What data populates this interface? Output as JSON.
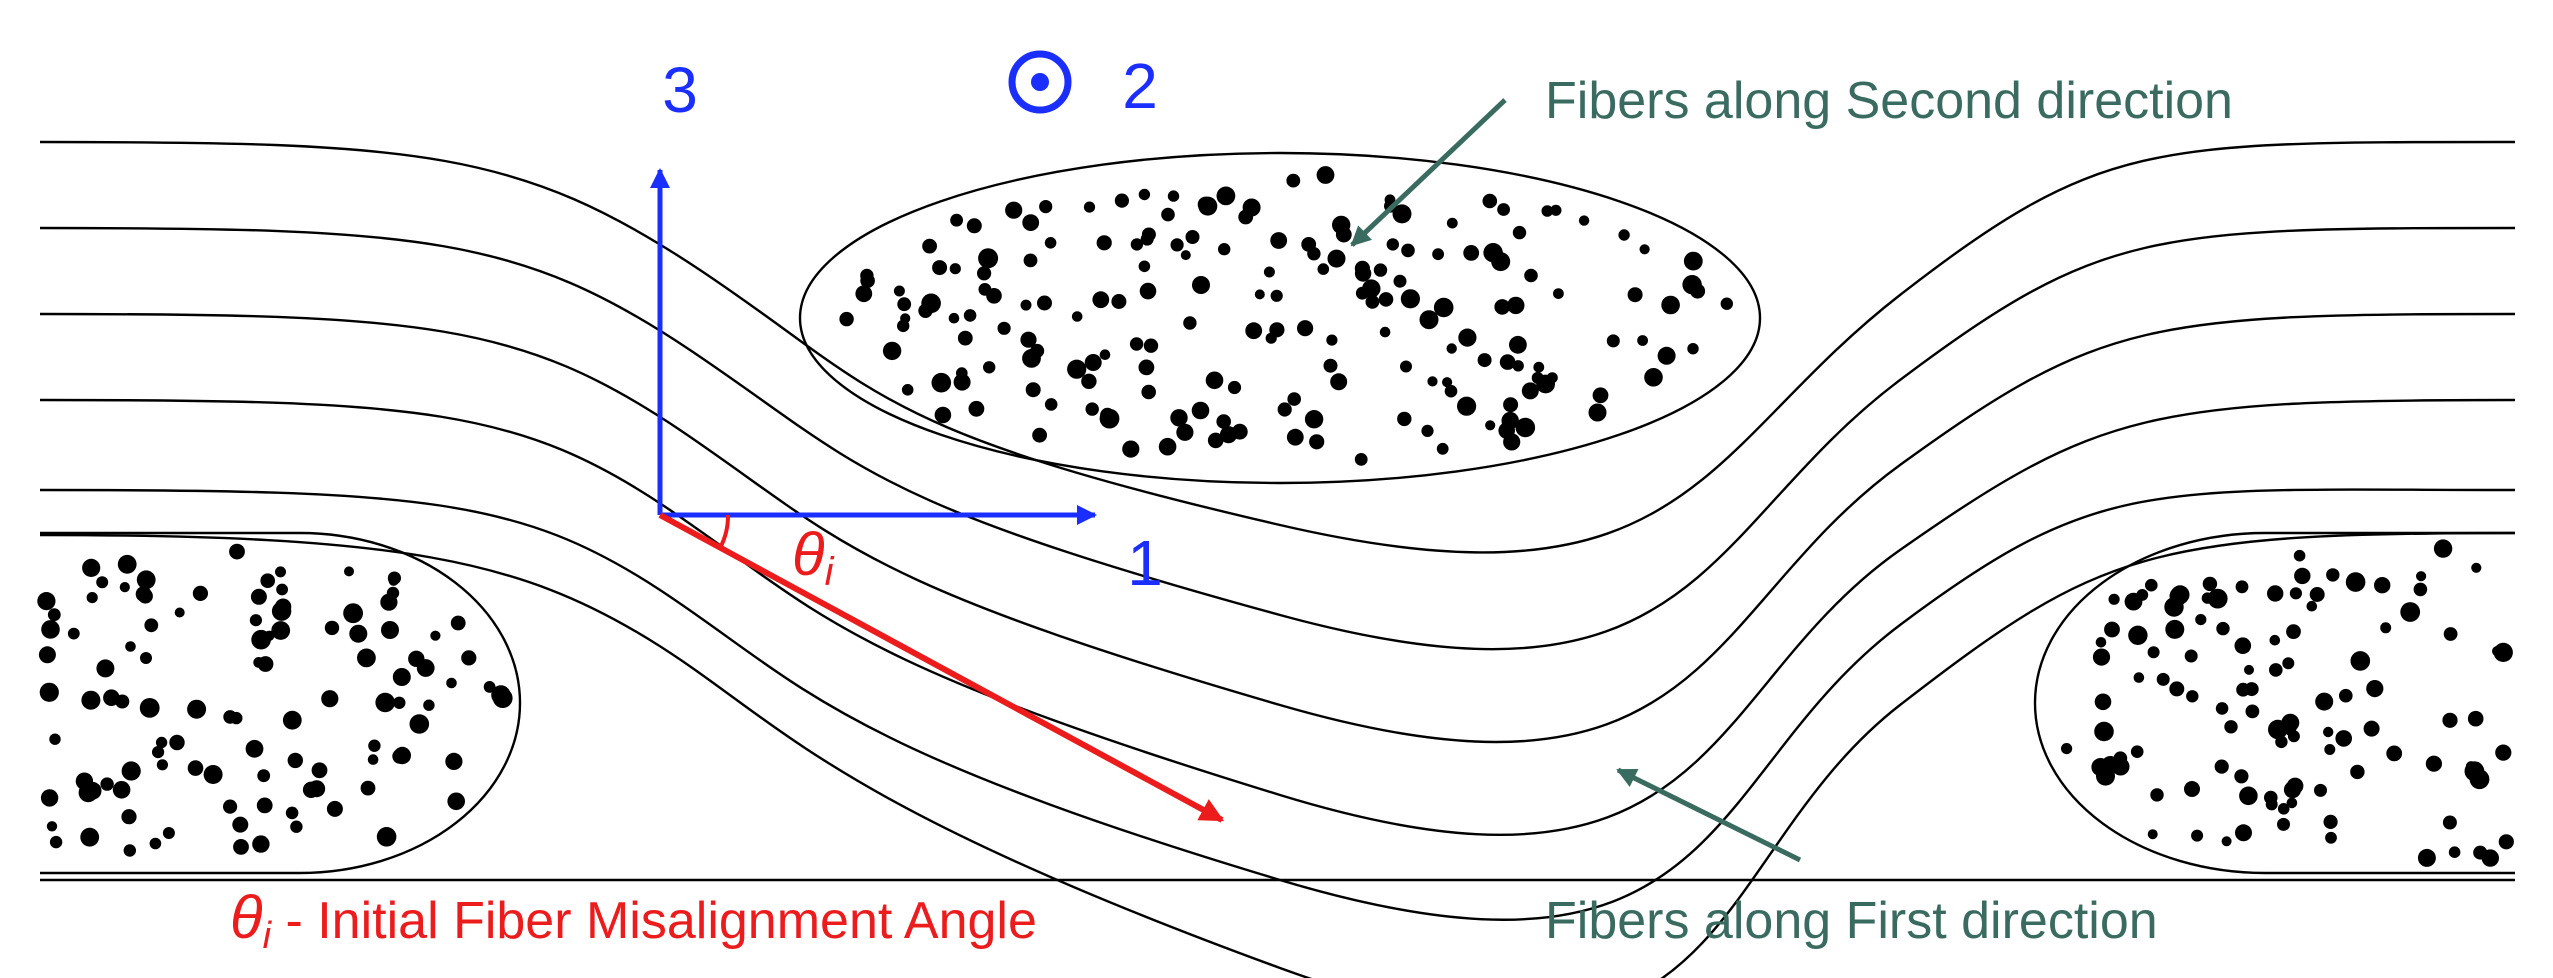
{
  "axes": {
    "axis3_label": "3",
    "axis2_label": "2",
    "axis1_label": "1",
    "color": "#1a2eff"
  },
  "angle": {
    "symbol": "θ",
    "subscript": "i",
    "color": "#ec1c1c"
  },
  "caption": {
    "symbol": "θ",
    "subscript": "i",
    "text": " - Initial Fiber Misalignment Angle"
  },
  "annotations": {
    "second_direction": "Fibers along Second direction",
    "first_direction": "Fibers along First direction",
    "color": "#3a6b60"
  },
  "icons": {
    "out_of_plane": "circle-dot-icon",
    "annotation_arrow": "arrow-icon"
  }
}
